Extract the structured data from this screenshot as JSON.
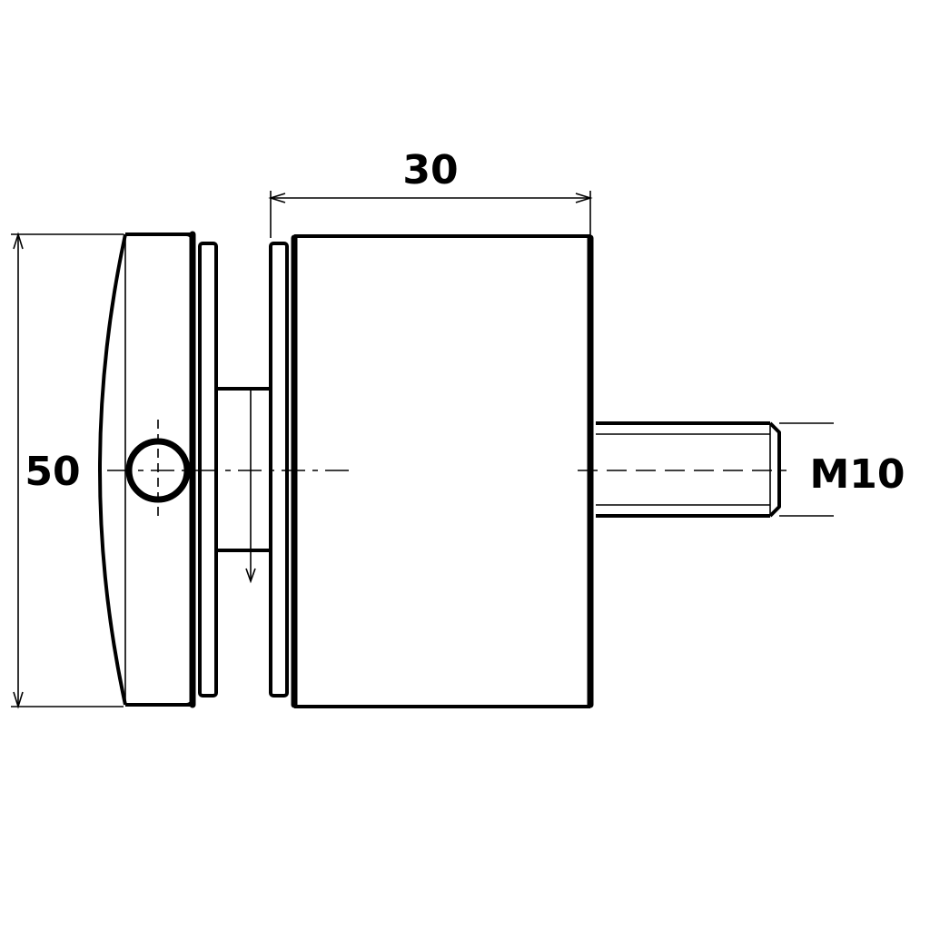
{
  "dimensions": {
    "width_label": "30",
    "height_label": "50",
    "thread_label": "M10"
  }
}
